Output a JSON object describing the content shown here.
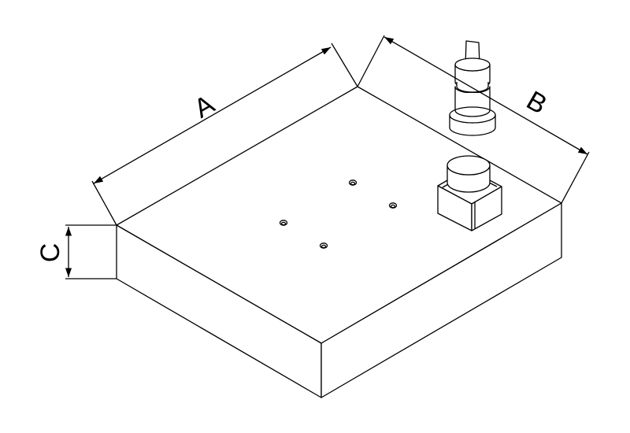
{
  "dimensions": {
    "a": "A",
    "b": "B",
    "c": "C"
  },
  "components": {
    "plate": "plate-icon",
    "sensor": "cylindrical-sensor-icon",
    "mount": "square-mount-icon",
    "holes": "mounting-hole-icon"
  }
}
